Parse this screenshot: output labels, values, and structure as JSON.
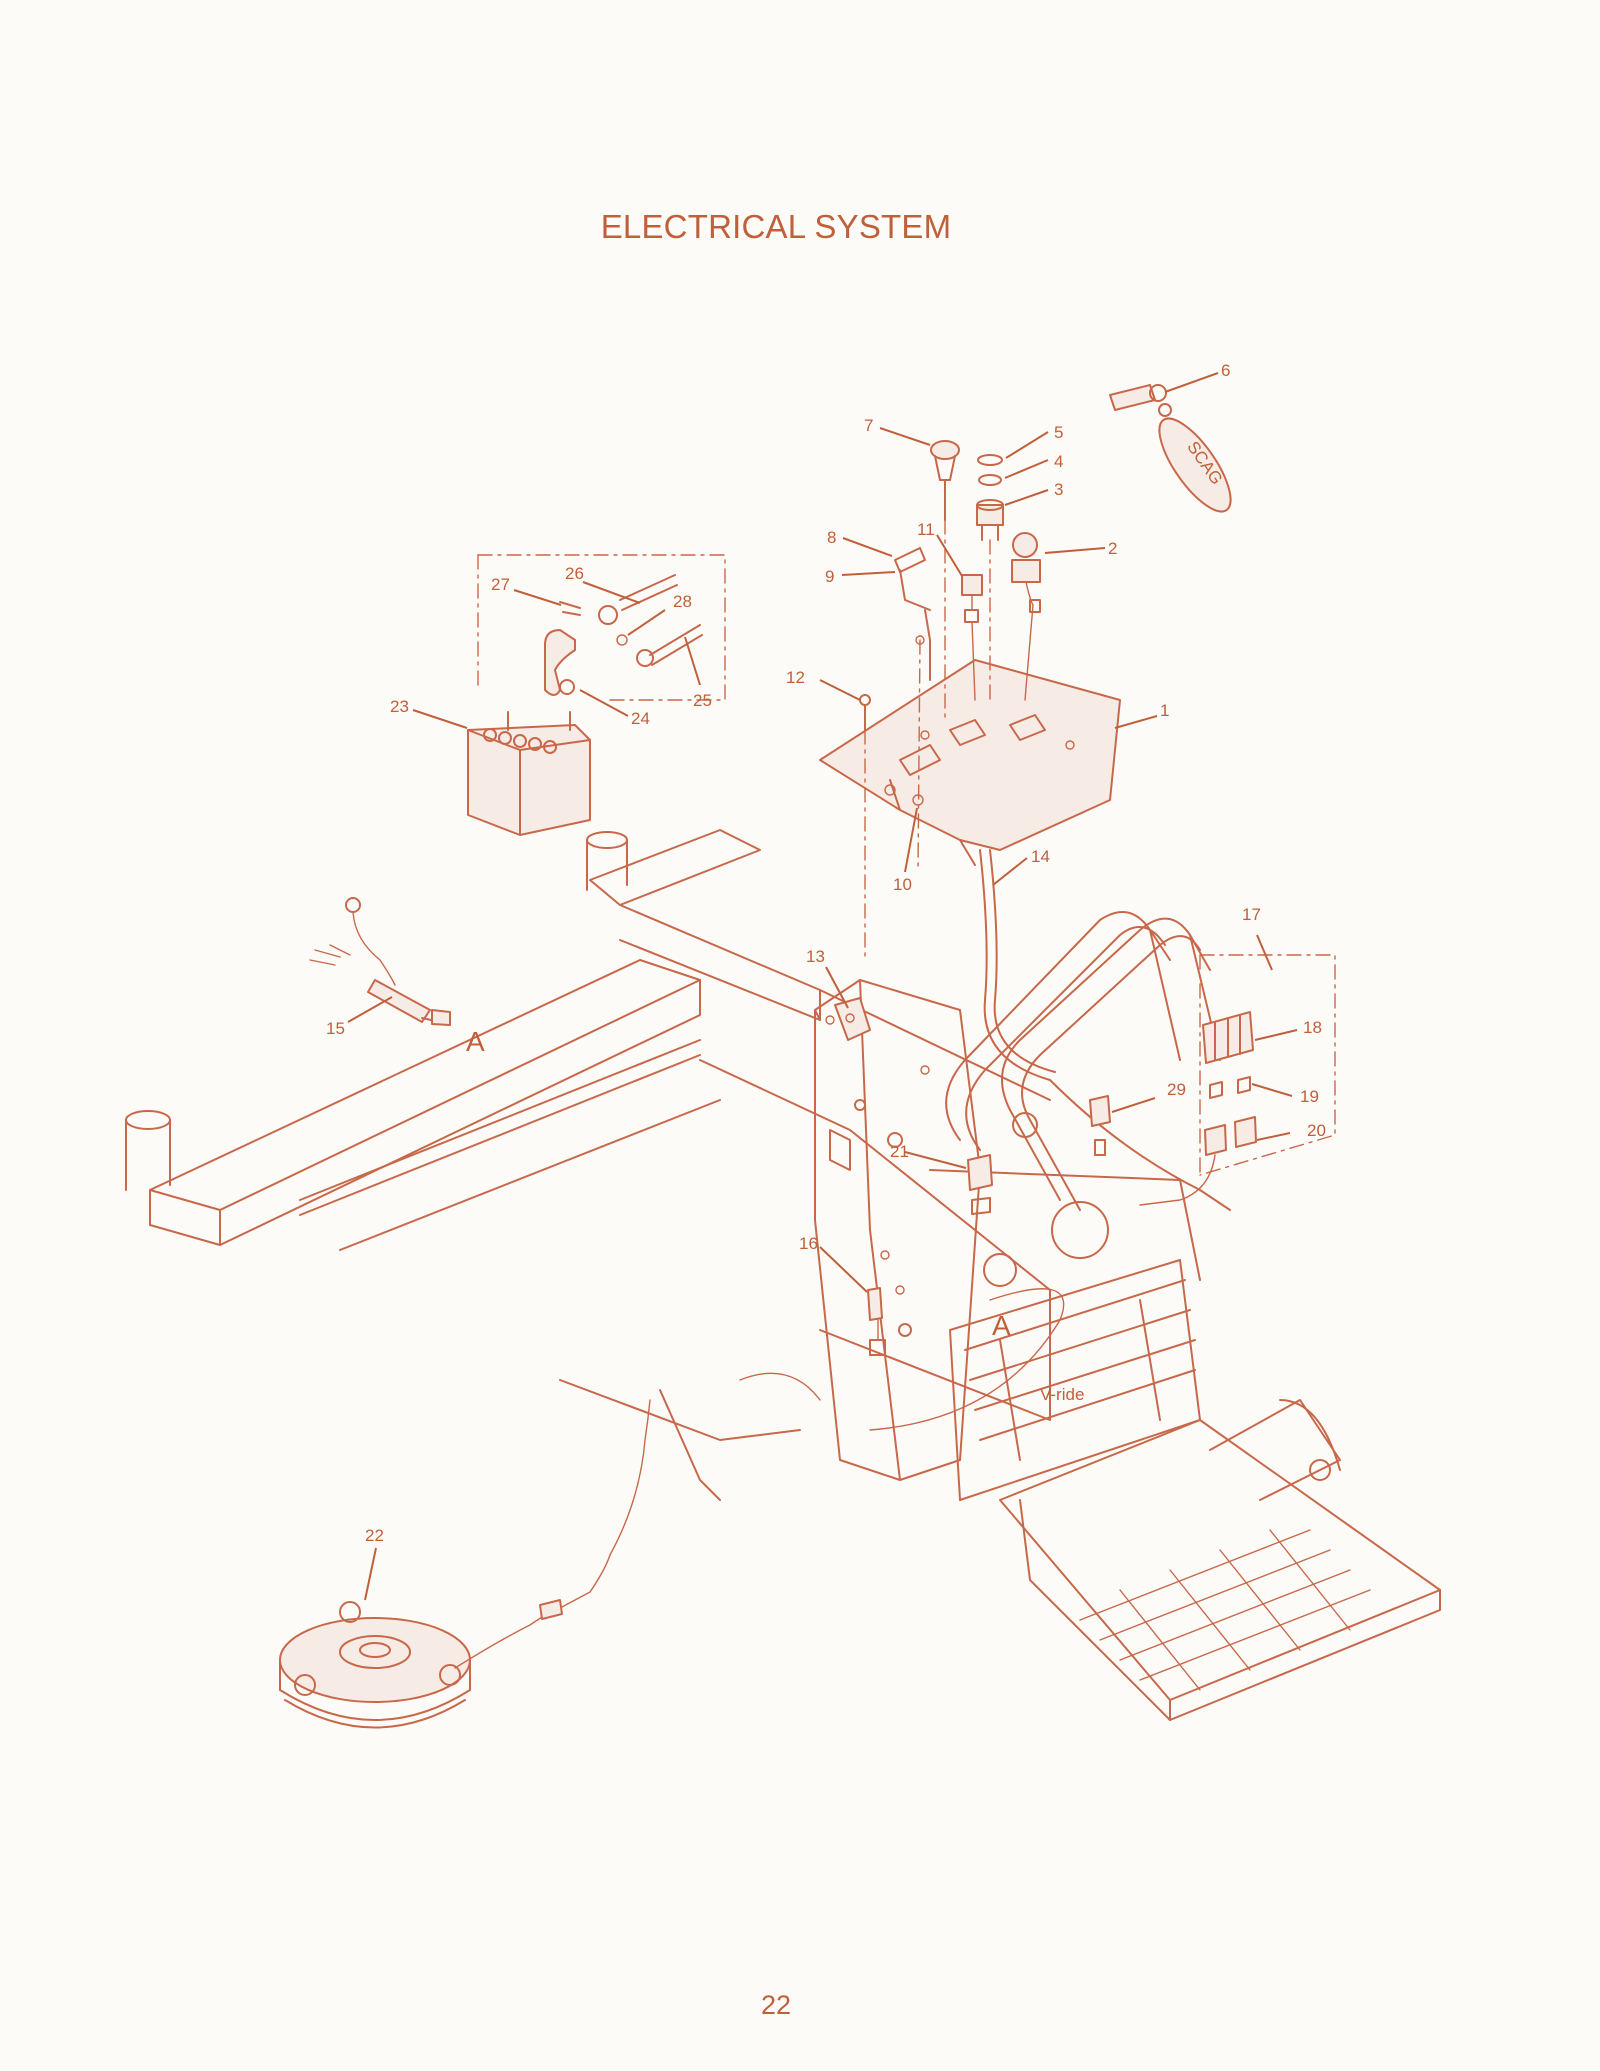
{
  "page": {
    "title": "ELECTRICAL SYSTEM",
    "page_number": "22"
  },
  "diagram": {
    "line_color": "#c8684a",
    "text_color": "#c0603a",
    "callouts": [
      {
        "id": "c1",
        "label": "1"
      },
      {
        "id": "c2",
        "label": "2"
      },
      {
        "id": "c3",
        "label": "3"
      },
      {
        "id": "c4",
        "label": "4"
      },
      {
        "id": "c5",
        "label": "5"
      },
      {
        "id": "c6",
        "label": "6"
      },
      {
        "id": "c7",
        "label": "7"
      },
      {
        "id": "c8",
        "label": "8"
      },
      {
        "id": "c9",
        "label": "9"
      },
      {
        "id": "c10",
        "label": "10"
      },
      {
        "id": "c11",
        "label": "11"
      },
      {
        "id": "c12",
        "label": "12"
      },
      {
        "id": "c13",
        "label": "13"
      },
      {
        "id": "c14",
        "label": "14"
      },
      {
        "id": "c15",
        "label": "15"
      },
      {
        "id": "c16",
        "label": "16"
      },
      {
        "id": "c17",
        "label": "17"
      },
      {
        "id": "c18",
        "label": "18"
      },
      {
        "id": "c19",
        "label": "19"
      },
      {
        "id": "c20",
        "label": "20"
      },
      {
        "id": "c21",
        "label": "21"
      },
      {
        "id": "c22",
        "label": "22"
      },
      {
        "id": "c23",
        "label": "23"
      },
      {
        "id": "c24",
        "label": "24"
      },
      {
        "id": "c25",
        "label": "25"
      },
      {
        "id": "c26",
        "label": "26"
      },
      {
        "id": "c27",
        "label": "27"
      },
      {
        "id": "c28",
        "label": "28"
      },
      {
        "id": "c29",
        "label": "29"
      }
    ],
    "connector_letters": [
      {
        "id": "a1",
        "label": "A"
      },
      {
        "id": "a2",
        "label": "A"
      }
    ],
    "keychain_text": "SCAG",
    "grille_text": "V-ride"
  }
}
